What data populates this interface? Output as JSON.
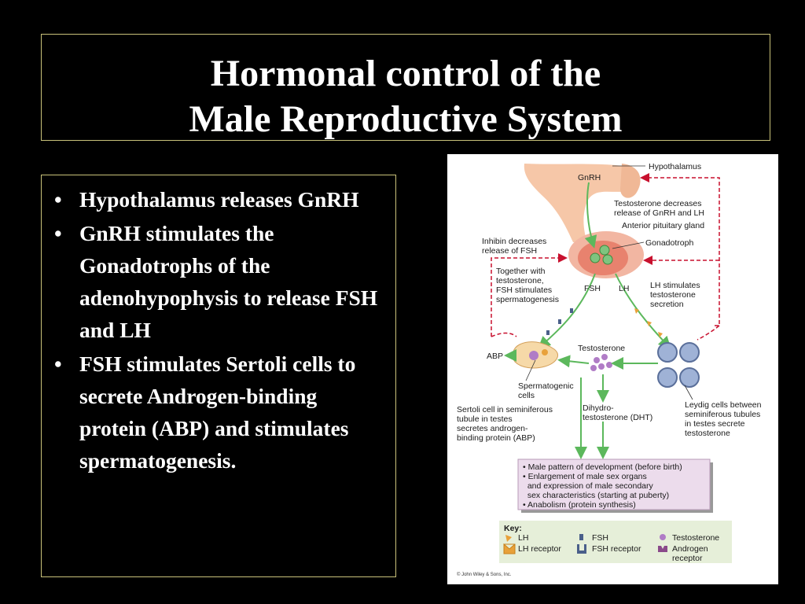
{
  "slide": {
    "title_line1": "Hormonal control of the",
    "title_line2": "Male Reproductive System",
    "bullets": [
      "Hypothalamus releases GnRH",
      "GnRH stimulates the Gonadotrophs of the adenohypophysis to release FSH and LH",
      "FSH stimulates Sertoli cells to secrete Androgen-binding protein (ABP) and stimulates spermatogenesis."
    ],
    "bullet_glyph": "•"
  },
  "diagram": {
    "labels": {
      "hypothalamus": "Hypothalamus",
      "gnrh": "GnRH",
      "testo_decreases_1": "Testosterone decreases",
      "testo_decreases_2": "release of GnRH and LH",
      "anterior_pituitary": "Anterior pituitary gland",
      "inhibin_1": "Inhibin decreases",
      "inhibin_2": "release of FSH",
      "gonadotroph": "Gonadotroph",
      "together_1": "Together with",
      "together_2": "testosterone,",
      "together_3": "FSH stimulates",
      "together_4": "spermatogenesis",
      "fsh": "FSH",
      "lh": "LH",
      "lh_stim_1": "LH stimulates",
      "lh_stim_2": "testosterone",
      "lh_stim_3": "secretion",
      "abp": "ABP",
      "testosterone": "Testosterone",
      "spermatogenic_1": "Spermatogenic",
      "spermatogenic_2": "cells",
      "sertoli_1": "Sertoli cell in seminiferous",
      "sertoli_2": "tubule in testes",
      "sertoli_3": "secretes androgen-",
      "sertoli_4": "binding protein (ABP)",
      "dht_1": "Dihydro-",
      "dht_2": "testosterone (DHT)",
      "leydig_1": "Leydig cells between",
      "leydig_2": "seminiferous tubules",
      "leydig_3": "in testes secrete",
      "leydig_4": "testosterone"
    },
    "effects": [
      "• Male pattern of development (before birth)",
      "• Enlargement of male sex organs",
      "  and expression of male secondary",
      "  sex characteristics (starting at puberty)",
      "• Anabolism (protein synthesis)"
    ],
    "key": {
      "title": "Key:",
      "lh": "LH",
      "lh_receptor": "LH receptor",
      "fsh": "FSH",
      "fsh_receptor": "FSH receptor",
      "testosterone": "Testosterone",
      "androgen_receptor_1": "Androgen",
      "androgen_receptor_2": "receptor"
    },
    "copyright": "© John Wiley & Sons, Inc.",
    "colors": {
      "arrow_green": "#5cb85c",
      "feedback_red": "#c8102e",
      "lh_orange": "#e8a13a",
      "fsh_blue": "#4a5f8a",
      "testosterone_purple": "#b07cc6",
      "effects_box": "#ecdcec",
      "key_box": "#e6efd9",
      "pituitary": "#f2b6a2"
    }
  }
}
